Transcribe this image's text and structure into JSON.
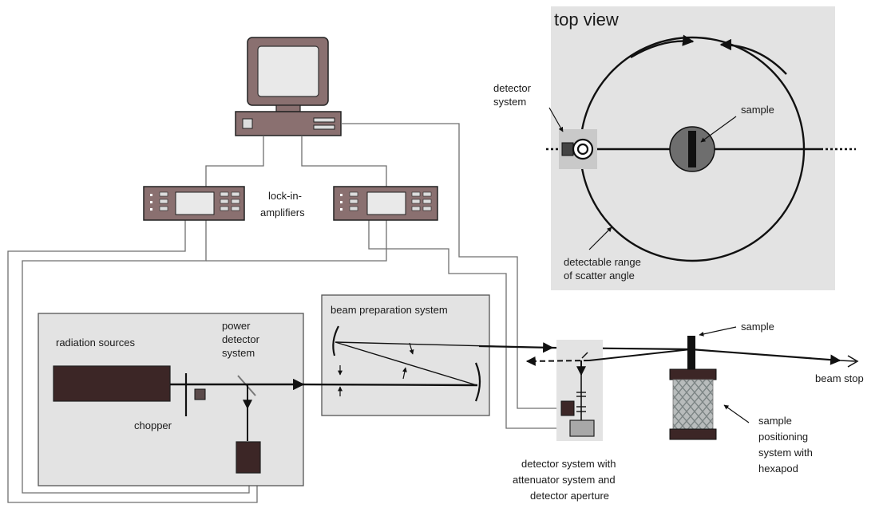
{
  "diagram": {
    "labels": {
      "top_view": "top view",
      "detector_system": [
        "detector",
        "system"
      ],
      "sample_top": "sample",
      "detectable_range": [
        "detectable range",
        "of scatter angle"
      ],
      "lock_in": [
        "lock-in-",
        "amplifiers"
      ],
      "beam_prep": "beam preparation system",
      "radiation_sources": "radiation sources",
      "power_detector": [
        "power",
        "detector",
        "system"
      ],
      "chopper": "chopper",
      "sample_main": "sample",
      "beam_stop": "beam stop",
      "sample_positioning": [
        "sample",
        "positioning",
        "system with",
        "hexapod"
      ],
      "detector_with_attenuator": [
        "detector system with",
        "attenuator system and",
        "detector aperture"
      ]
    }
  }
}
